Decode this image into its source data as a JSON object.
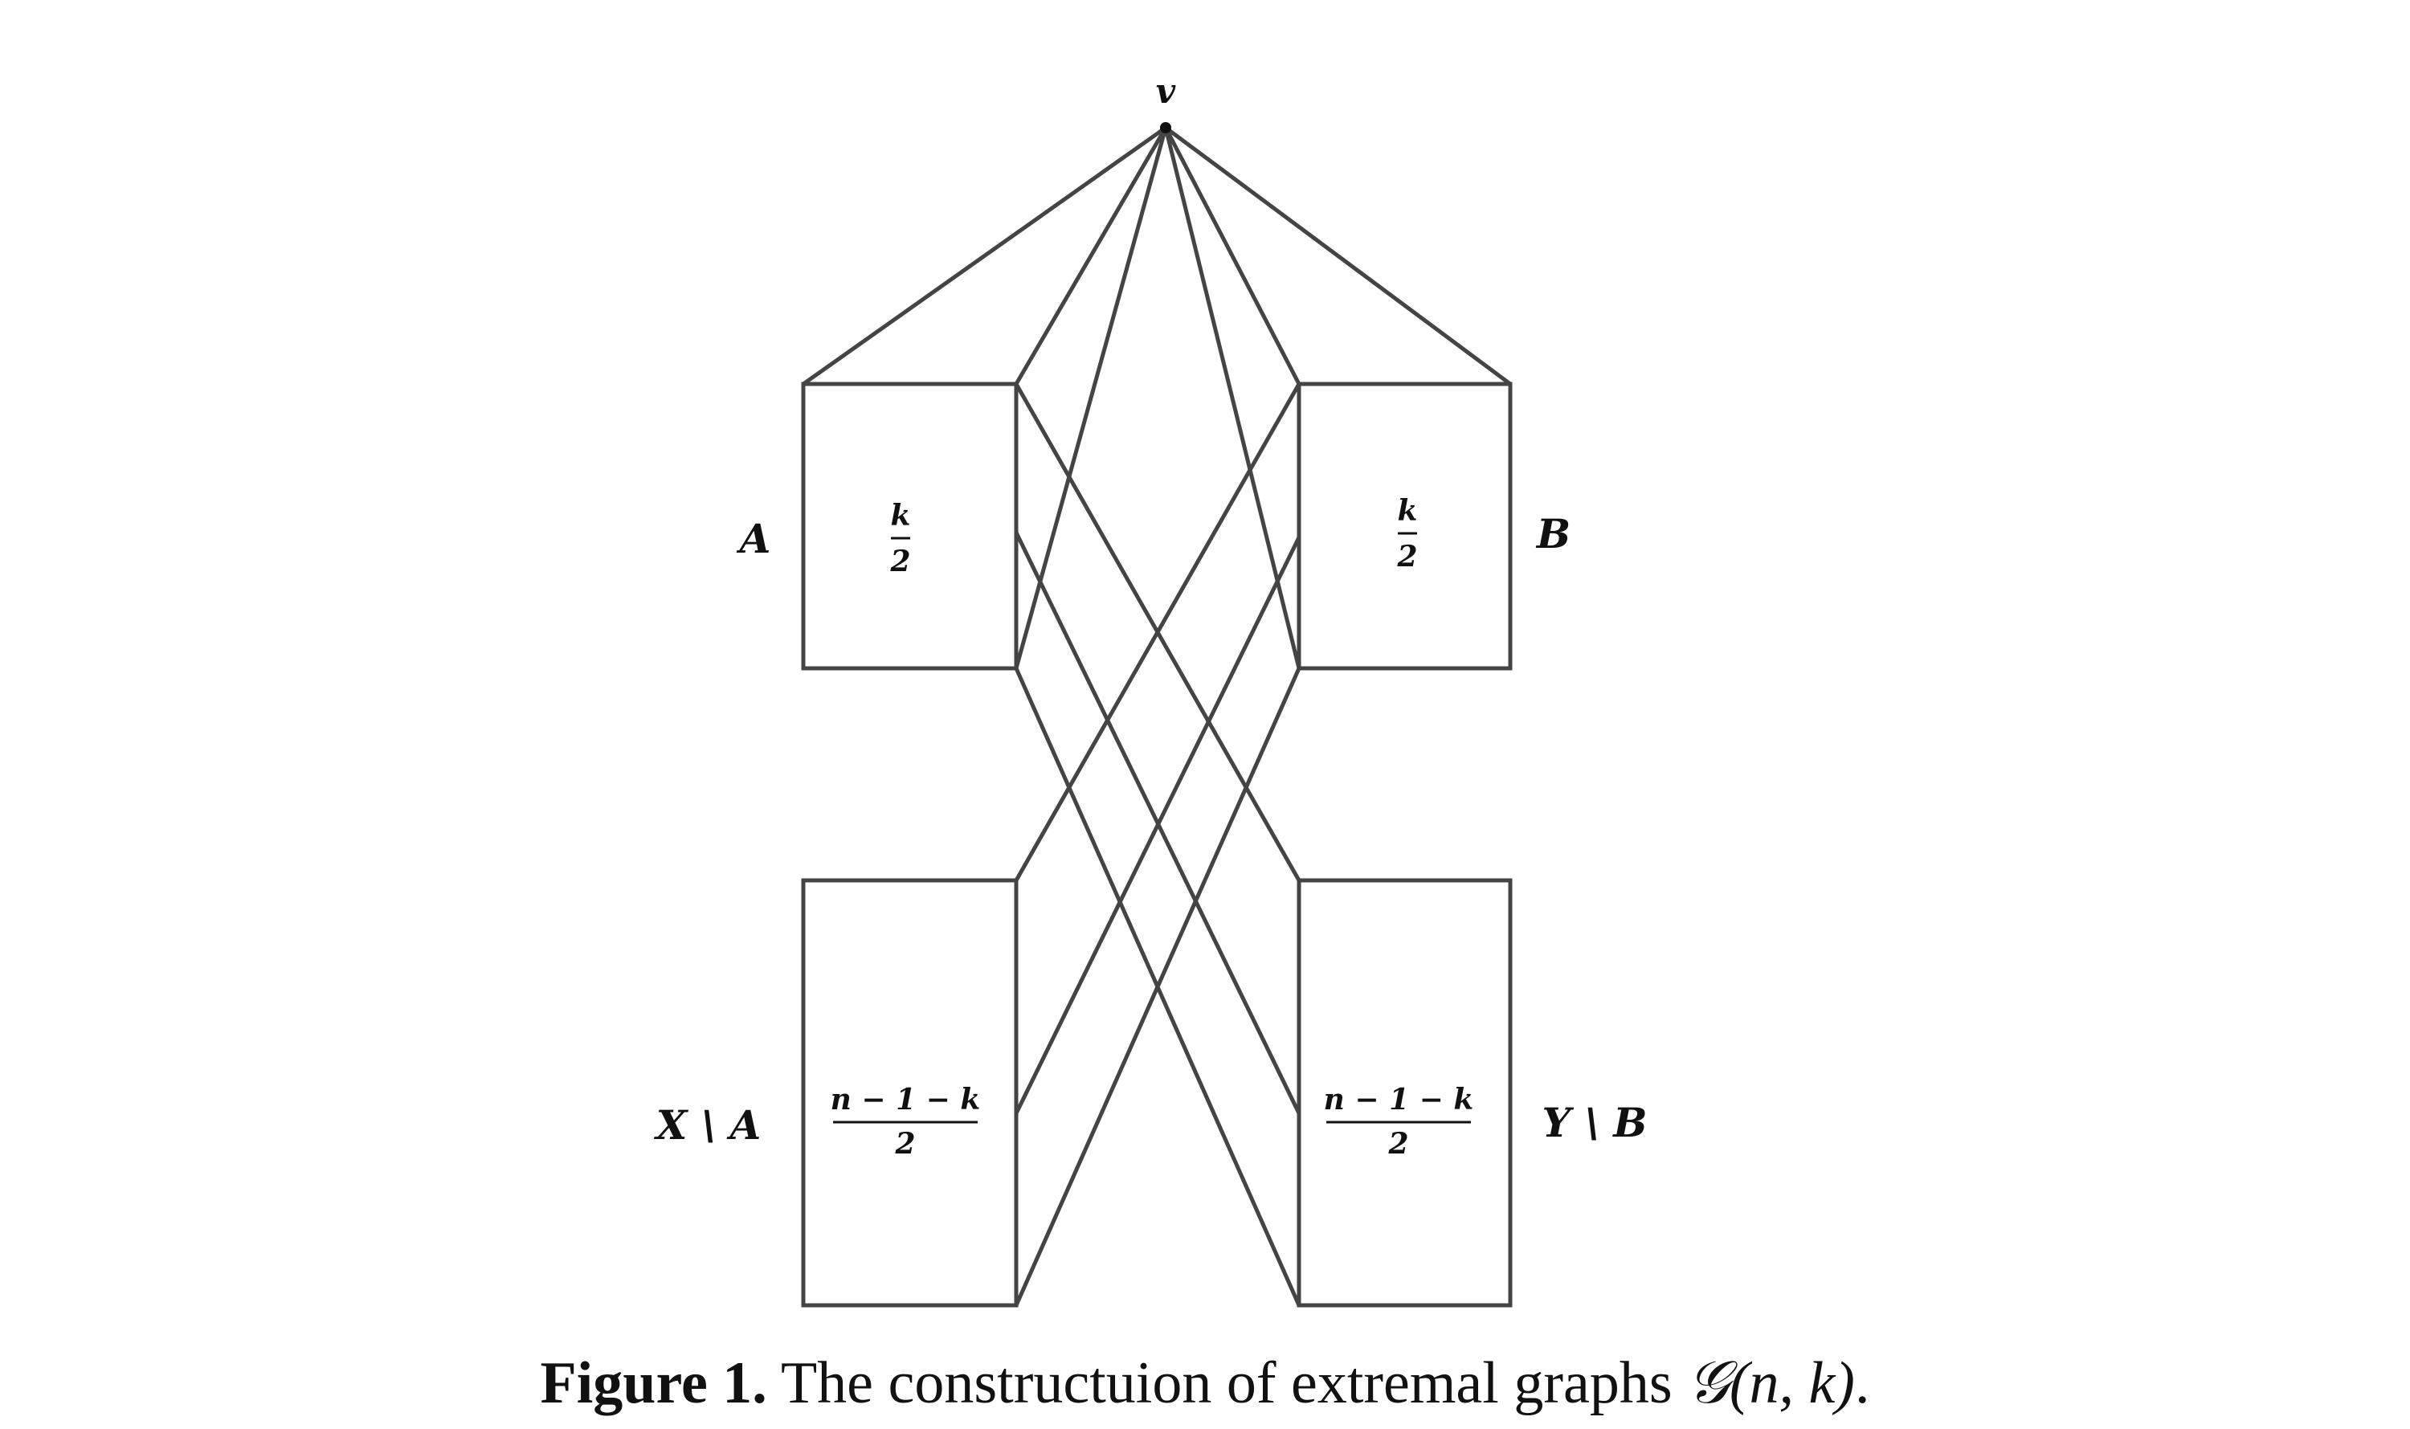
{
  "diagram": {
    "vertex_label": "v",
    "sets": [
      {
        "id": "A",
        "name": "A",
        "size": "k",
        "size_den": "2"
      },
      {
        "id": "B",
        "name": "B",
        "size": "k",
        "size_den": "2"
      },
      {
        "id": "XA",
        "name": "X \\ A",
        "size": "n − 1 − k",
        "size_den": "2"
      },
      {
        "id": "YB",
        "name": "Y \\ B",
        "size": "n − 1 − k",
        "size_den": "2"
      }
    ],
    "colors": {
      "stroke": "#444444",
      "text": "#111111"
    }
  },
  "caption": {
    "label": "Figure 1.",
    "text": "The constructuion of extremal graphs",
    "math": "𝒢(n, k)",
    "end": "."
  }
}
